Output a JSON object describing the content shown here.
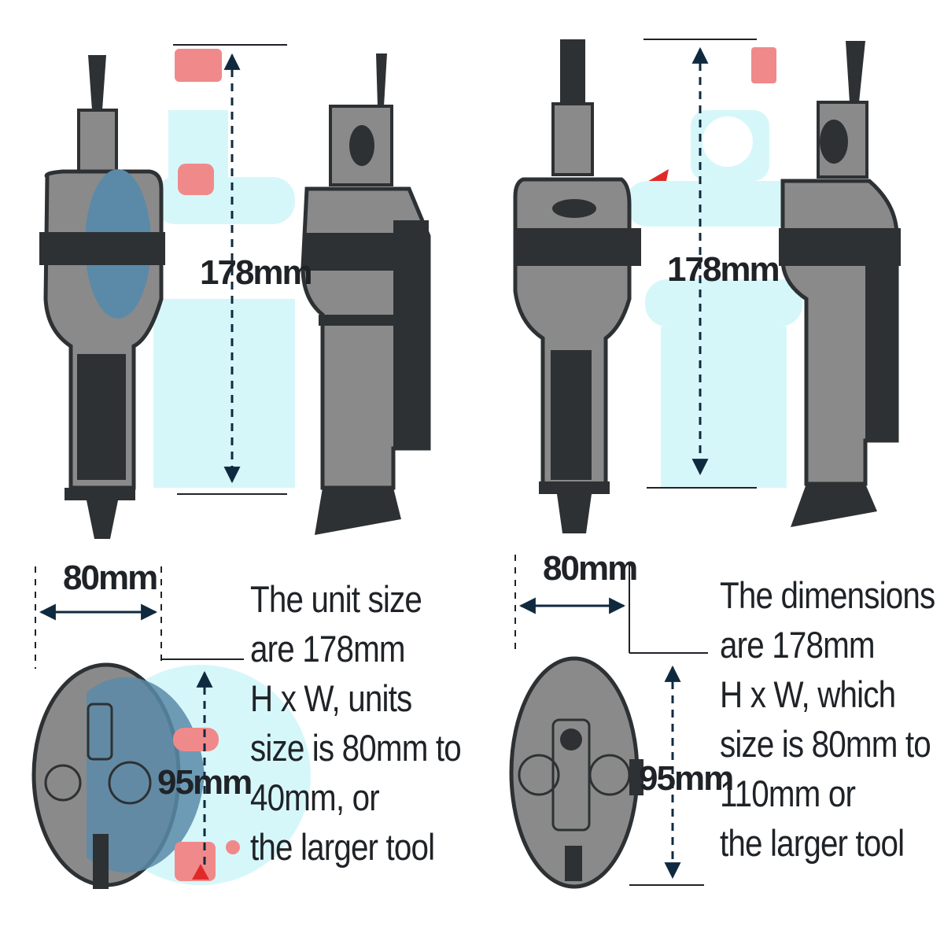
{
  "colors": {
    "body": "#8a8a8a",
    "dark": "#2d3133",
    "ink": "#1f2327",
    "steel_blue": "#5b8aa8",
    "light_blue": "#d6f7fa",
    "coral": "#f08a8a",
    "accent_red": "#e02a2a",
    "arrow": "#0f2a3f"
  },
  "icons": [
    "drill-front-icon",
    "drill-side-icon",
    "drill-bottom-icon"
  ],
  "left_panel": {
    "height_label": "178mm",
    "width_label": "80mm",
    "depth_label": "95mm",
    "description_lines": [
      "The unit size",
      "are 178mm",
      "H x W, units",
      "size is 80mm to",
      "40mm, or",
      "the larger tool"
    ]
  },
  "right_panel": {
    "height_label": "178mm",
    "width_label": "80mm",
    "depth_label": "95mm",
    "description_lines": [
      "The dimensions",
      "are 178mm",
      "H x W, which",
      "size is 80mm to",
      "110mm or",
      "the larger tool"
    ]
  }
}
